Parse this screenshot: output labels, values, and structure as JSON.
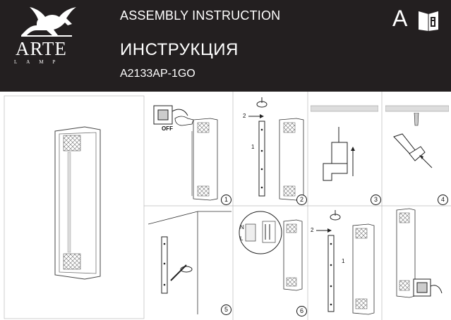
{
  "header": {
    "brand": "ARTE",
    "brand_sub": "LAMP",
    "title_en": "ASSEMBLY INSTRUCTION",
    "title_ru": "ИНСТРУКЦИЯ",
    "model": "A2133AP-1GO",
    "lang_letter": "A"
  },
  "steps": {
    "s1": {
      "number": "1",
      "off_label": "OFF"
    },
    "s2": {
      "number": "2",
      "arrow_a": "2",
      "arrow_b": "1"
    },
    "s3": {
      "number": "3"
    },
    "s4": {
      "number": "4"
    },
    "s5": {
      "number": "5"
    },
    "s6": {
      "number": "6",
      "wire_n": "N",
      "wire_l": "L"
    },
    "s7": {
      "arrow_a": "2",
      "arrow_b": "1"
    }
  },
  "icons": [
    "griffin-logo-icon",
    "info-book-icon",
    "switch-box-icon",
    "hand-icon",
    "drill-icon",
    "hammer-icon",
    "screw-icon",
    "screwdriver-icon",
    "mounting-bracket-icon",
    "lamp-icon",
    "rotate-arrow-icon"
  ]
}
